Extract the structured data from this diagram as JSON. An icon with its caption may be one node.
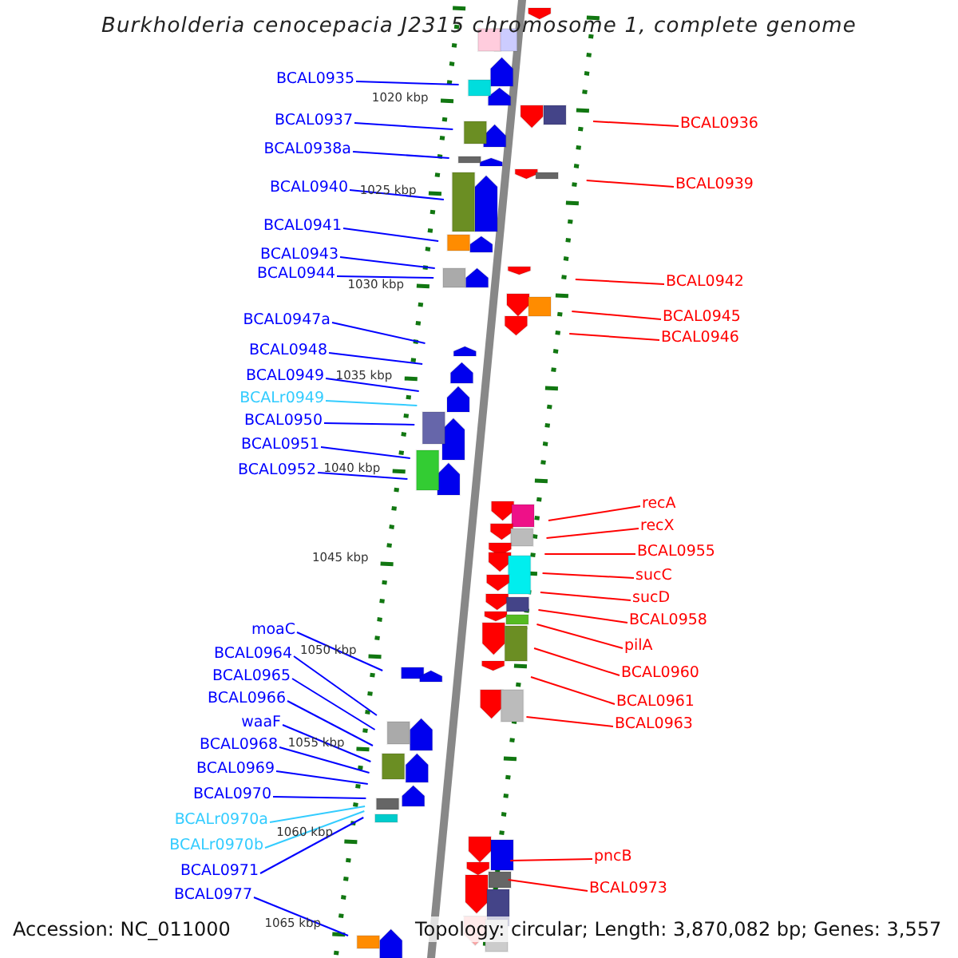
{
  "diagram": {
    "title": "Burkholderia cenocepacia J2315 chromosome 1, complete genome",
    "nodes": [
      {
        "text": [
          "BCAL0935"
        ]
      },
      {
        "text": [
          "BCAL0937"
        ]
      },
      {
        "text": [
          "BCAL0938a"
        ]
      },
      {
        "text": [
          "BCAL0940"
        ]
      },
      {
        "text": [
          "BCAL0941"
        ]
      },
      {
        "text": [
          "BCAL0943"
        ]
      },
      {
        "text": [
          "BCAL0944"
        ]
      },
      {
        "text": [
          "BCAL0947a"
        ]
      },
      {
        "text": [
          "BCAL0948"
        ]
      },
      {
        "text": [
          "BCAL0949"
        ]
      },
      {
        "text": [
          "BCALr0949"
        ]
      },
      {
        "text": [
          "BCAL0950"
        ]
      },
      {
        "text": [
          "BCAL0951"
        ]
      },
      {
        "text": [
          "BCAL0952"
        ]
      },
      {
        "text": [
          "moaC"
        ]
      },
      {
        "text": [
          "BCAL0964"
        ]
      },
      {
        "text": [
          "BCAL0965"
        ]
      },
      {
        "text": [
          "BCAL0966"
        ]
      },
      {
        "text": [
          "waaF"
        ]
      },
      {
        "text": [
          "BCAL0968"
        ]
      },
      {
        "text": [
          "BCAL0969"
        ]
      },
      {
        "text": [
          "BCAL0970"
        ]
      },
      {
        "text": [
          "BCALr0970a"
        ]
      },
      {
        "text": [
          "BCALr0970b"
        ]
      },
      {
        "text": [
          "BCAL0971"
        ]
      },
      {
        "text": [
          "BCAL0977"
        ]
      },
      {
        "text": [
          "BCAL0936"
        ]
      },
      {
        "text": [
          "BCAL0939"
        ]
      },
      {
        "text": [
          "BCAL0942"
        ]
      },
      {
        "text": [
          "BCAL0945"
        ]
      },
      {
        "text": [
          "BCAL0946"
        ]
      },
      {
        "text": [
          "recA"
        ]
      },
      {
        "text": [
          "recX"
        ]
      },
      {
        "text": [
          "BCAL0955"
        ]
      },
      {
        "text": [
          "sucC"
        ]
      },
      {
        "text": [
          "sucD"
        ]
      },
      {
        "text": [
          "BCAL0958"
        ]
      },
      {
        "text": [
          "pilA"
        ]
      },
      {
        "text": [
          "BCAL0960"
        ]
      },
      {
        "text": [
          "BCAL0961"
        ]
      },
      {
        "text": [
          "BCAL0963"
        ]
      },
      {
        "text": [
          "pncB"
        ]
      },
      {
        "text": [
          "BCAL0973"
        ]
      }
    ],
    "edges": [
      {
        "from": 0,
        "to": null,
        "arrow": "none"
      },
      {
        "from": 1,
        "to": null,
        "arrow": "none"
      },
      {
        "from": 2,
        "to": null,
        "arrow": "none"
      },
      {
        "from": 3,
        "to": null,
        "arrow": "none"
      },
      {
        "from": 4,
        "to": null,
        "arrow": "none"
      },
      {
        "from": 5,
        "to": null,
        "arrow": "none"
      },
      {
        "from": 6,
        "to": null,
        "arrow": "none"
      },
      {
        "from": 7,
        "to": null,
        "arrow": "none"
      },
      {
        "from": 8,
        "to": null,
        "arrow": "none"
      },
      {
        "from": 9,
        "to": null,
        "arrow": "none"
      },
      {
        "from": 10,
        "to": null,
        "arrow": "none",
        "color": "#33ccff"
      },
      {
        "from": 11,
        "to": null,
        "arrow": "none"
      },
      {
        "from": 12,
        "to": null,
        "arrow": "none"
      },
      {
        "from": 13,
        "to": null,
        "arrow": "none"
      },
      {
        "from": 14,
        "to": null,
        "arrow": "none"
      },
      {
        "from": 15,
        "to": null,
        "arrow": "none"
      },
      {
        "from": 16,
        "to": null,
        "arrow": "none"
      },
      {
        "from": 17,
        "to": null,
        "arrow": "none"
      },
      {
        "from": 18,
        "to": null,
        "arrow": "none"
      },
      {
        "from": 19,
        "to": null,
        "arrow": "none"
      },
      {
        "from": 20,
        "to": null,
        "arrow": "none"
      },
      {
        "from": 21,
        "to": null,
        "arrow": "none"
      },
      {
        "from": 22,
        "to": null,
        "arrow": "none",
        "color": "#33ccff"
      },
      {
        "from": 23,
        "to": null,
        "arrow": "none",
        "color": "#33ccff"
      },
      {
        "from": 24,
        "to": null,
        "arrow": "none"
      },
      {
        "from": 25,
        "to": null,
        "arrow": "none"
      },
      {
        "from": 26,
        "to": null,
        "arrow": "none",
        "color": "#ff0000"
      },
      {
        "from": 27,
        "to": null,
        "arrow": "none",
        "color": "#ff0000"
      },
      {
        "from": 28,
        "to": null,
        "arrow": "none",
        "color": "#ff0000"
      },
      {
        "from": 29,
        "to": null,
        "arrow": "none",
        "color": "#ff0000"
      },
      {
        "from": 30,
        "to": null,
        "arrow": "none",
        "color": "#ff0000"
      },
      {
        "from": 31,
        "to": null,
        "arrow": "none",
        "color": "#ff0000"
      },
      {
        "from": 32,
        "to": null,
        "arrow": "none",
        "color": "#ff0000"
      },
      {
        "from": 33,
        "to": null,
        "arrow": "none",
        "color": "#ff0000"
      },
      {
        "from": 34,
        "to": null,
        "arrow": "none",
        "color": "#ff0000"
      },
      {
        "from": 35,
        "to": null,
        "arrow": "none",
        "color": "#ff0000"
      },
      {
        "from": 36,
        "to": null,
        "arrow": "none",
        "color": "#ff0000"
      },
      {
        "from": 37,
        "to": null,
        "arrow": "none",
        "color": "#ff0000"
      },
      {
        "from": 38,
        "to": null,
        "arrow": "none",
        "color": "#ff0000"
      },
      {
        "from": 39,
        "to": null,
        "arrow": "none",
        "color": "#ff0000"
      },
      {
        "from": 40,
        "to": null,
        "arrow": "none",
        "color": "#ff0000"
      },
      {
        "from": 41,
        "to": null,
        "arrow": "none",
        "color": "#ff0000"
      },
      {
        "from": 42,
        "to": null,
        "arrow": "none",
        "color": "#ff0000"
      }
    ],
    "labels": [
      "1020 kbp",
      "1025 kbp",
      "1030 kbp",
      "1035 kbp",
      "1040 kbp",
      "1045 kbp",
      "1050 kbp",
      "1055 kbp",
      "1060 kbp",
      "1065 kbp",
      "Accession: NC_011000",
      "Topology: circular; Length: 3,870,082 bp; Genes: 3,557"
    ]
  }
}
